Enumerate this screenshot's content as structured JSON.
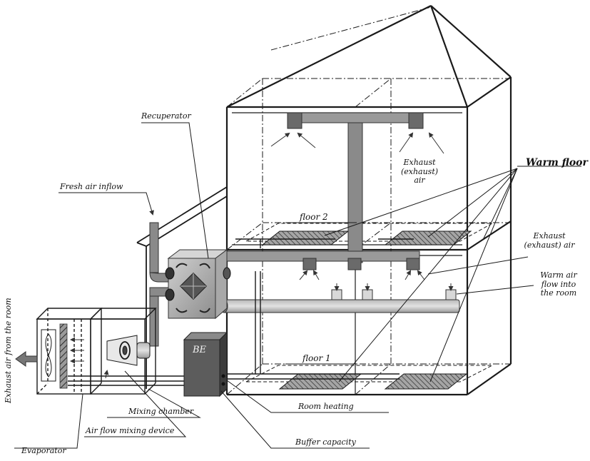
{
  "labels": {
    "recuperator": "Recuperator",
    "fresh_air_inflow": "Fresh air inflow",
    "warm_floor": "Warm floor",
    "exhaust_air_upper": [
      "Exhaust",
      "(exhaust)",
      "air"
    ],
    "exhaust_air_side": [
      "Exhaust",
      "(exhaust) air"
    ],
    "warm_air_flow": [
      "Warm air",
      "flow into",
      "the room"
    ],
    "floor_2": "floor 2",
    "floor_1": "floor 1",
    "be_unit": "BE",
    "room_heating": "Room heating",
    "mixing_chamber": "Mixing chamber",
    "air_flow_mixing_device": "Air flow mixing device",
    "buffer_capacity": "Buffer capacity",
    "evaporator": "Evaporator",
    "exhaust_air_from_room": "Exhaust air from the room"
  },
  "colors": {
    "line": "#1a1a1a",
    "duct": "#8a8a8a",
    "duct_light": "#c9c9c9",
    "hatch": "#555555",
    "unit_dark": "#4a4a4a",
    "background": "#ffffff"
  }
}
